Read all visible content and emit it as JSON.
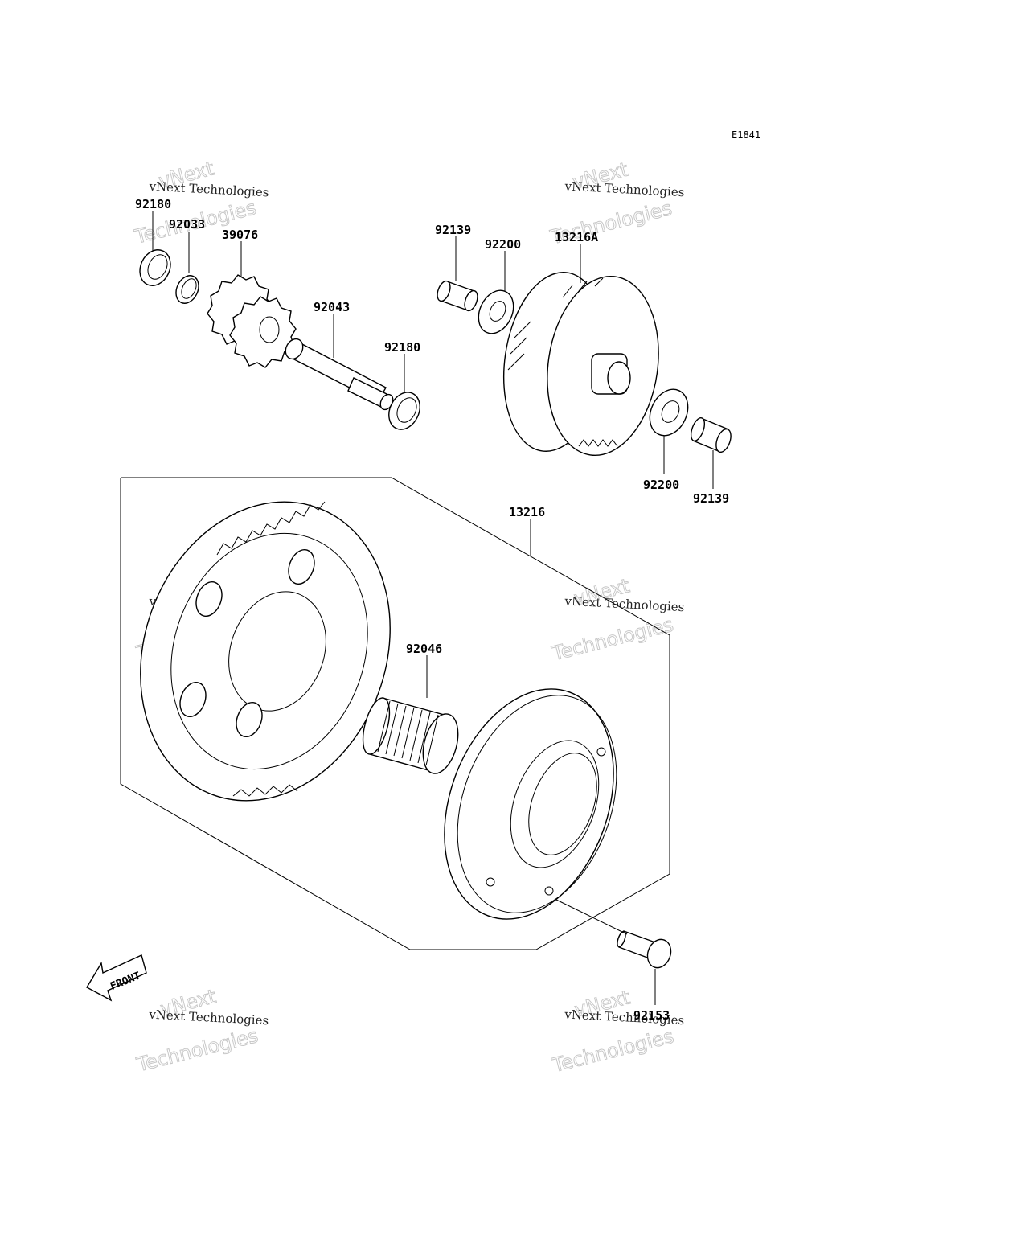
{
  "diagram_code": "E1841",
  "front_label": "FRONT",
  "watermark": {
    "line1": "vNext",
    "line2": "vNext Technologies",
    "line3": "Technologies"
  },
  "parts": {
    "p92180_a": "92180",
    "p92033": "92033",
    "p39076": "39076",
    "p92043": "92043",
    "p92180_b": "92180",
    "p92139_a": "92139",
    "p92200_a": "92200",
    "p13216A": "13216A",
    "p92200_b": "92200",
    "p92139_b": "92139",
    "p13216": "13216",
    "p92046": "92046",
    "p92153": "92153"
  }
}
